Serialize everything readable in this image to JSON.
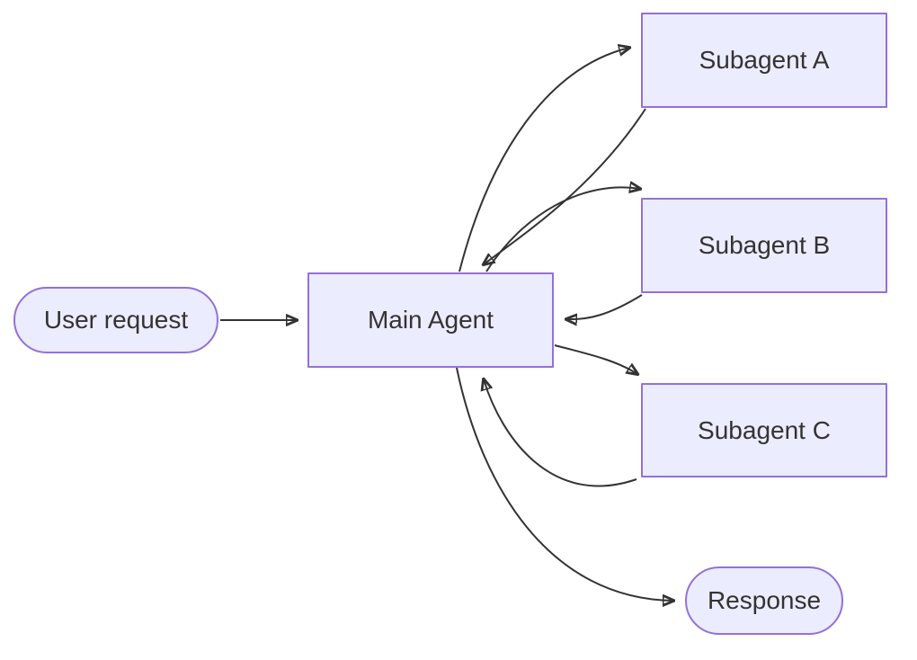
{
  "diagram": {
    "type": "flowchart",
    "direction": "left-to-right",
    "nodes": {
      "user_request": {
        "label": "User request",
        "shape": "stadium"
      },
      "main_agent": {
        "label": "Main Agent",
        "shape": "rectangle"
      },
      "subagent_a": {
        "label": "Subagent A",
        "shape": "rectangle"
      },
      "subagent_b": {
        "label": "Subagent B",
        "shape": "rectangle"
      },
      "subagent_c": {
        "label": "Subagent C",
        "shape": "rectangle"
      },
      "response": {
        "label": "Response",
        "shape": "stadium"
      }
    },
    "edges": [
      {
        "from": "user_request",
        "to": "main_agent"
      },
      {
        "from": "main_agent",
        "to": "subagent_a"
      },
      {
        "from": "subagent_a",
        "to": "main_agent"
      },
      {
        "from": "main_agent",
        "to": "subagent_b"
      },
      {
        "from": "subagent_b",
        "to": "main_agent"
      },
      {
        "from": "main_agent",
        "to": "subagent_c"
      },
      {
        "from": "subagent_c",
        "to": "main_agent"
      },
      {
        "from": "main_agent",
        "to": "response"
      }
    ],
    "colors": {
      "background": "#FFFFFF",
      "node_fill": "#ECECFF",
      "node_border": "#9370DB",
      "edge": "#333333",
      "text": "#333333"
    }
  }
}
